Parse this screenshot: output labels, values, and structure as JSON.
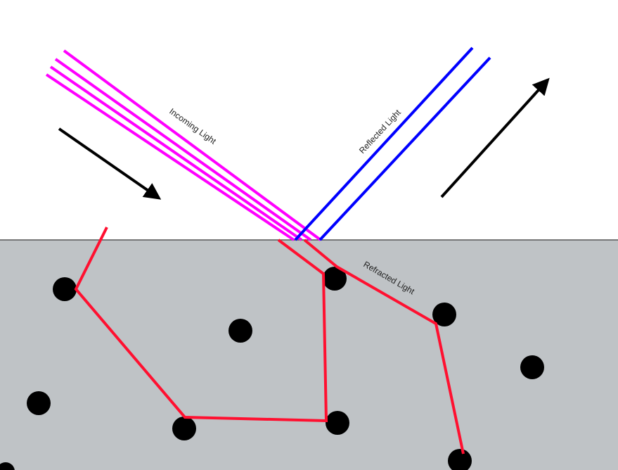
{
  "labels": {
    "incoming": "Incoming Light",
    "reflected": "Reflected Light",
    "refracted": "Refracted Light"
  },
  "colors": {
    "background": "#ffffff",
    "medium": "#bfc3c6",
    "surface_line": "#555555",
    "incoming": "#ff00ff",
    "reflected": "#0000ff",
    "refracted": "#ff1030",
    "particle": "#000000",
    "arrow": "#000000"
  }
}
